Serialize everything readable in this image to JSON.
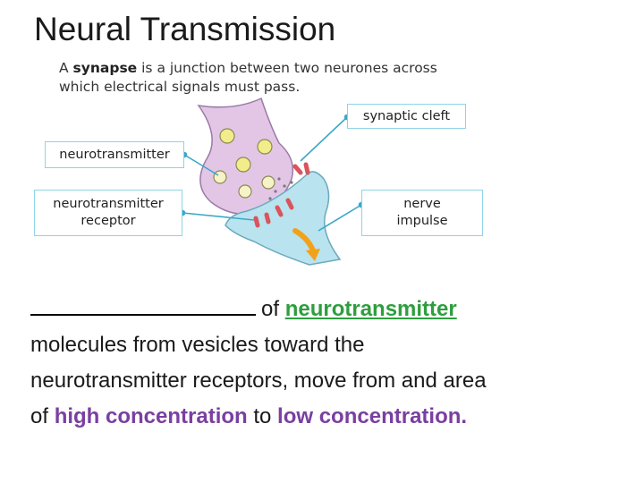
{
  "title": "Neural Transmission",
  "intro": {
    "part1": "A ",
    "bold": "synapse",
    "part2": " is a junction between two neurones across which electrical signals must pass."
  },
  "labels": {
    "synaptic_cleft": "synaptic cleft",
    "neurotransmitter": "neurotransmitter",
    "receptor_line1": "neurotransmitter",
    "receptor_line2": "receptor",
    "nerve_line1": "nerve",
    "nerve_line2": "impulse"
  },
  "body": {
    "of": "of ",
    "neurotransmitter": "neurotransmitter",
    "line2": "molecules from vesicles toward the",
    "line3": "neurotransmitter receptors, move from and area",
    "of2": "of ",
    "high": "high concentration",
    "to": " to ",
    "low": "low concentration."
  },
  "colors": {
    "presynaptic": "#e3c6e6",
    "postsynaptic": "#b9e3ef",
    "vesicle": "#f3ec8a",
    "receptor": "#d9545b",
    "arrow": "#f2a21a",
    "label_border": "#8fd3e6",
    "green": "#2e9e3e",
    "purple": "#7a3fa0"
  }
}
